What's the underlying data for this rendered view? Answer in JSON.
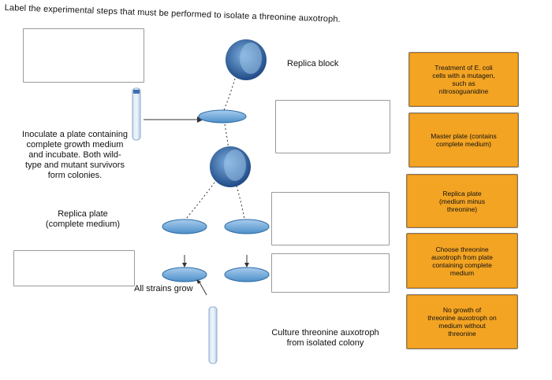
{
  "instructions": "Label the experimental steps that must be performed to isolate a threonine auxotroph.",
  "diagram_labels": {
    "replica_block": "Replica block",
    "inoculate": "Inoculate a plate containing\ncomplete growth medium\nand incubate. Both wild-\ntype and mutant survivors\nform colonies.",
    "replica_plate_complete": "Replica plate\n(complete medium)",
    "all_strains_grow": "All strains grow",
    "culture": "Culture threonine auxotroph\nfrom isolated colony"
  },
  "answer_cards": [
    "Treatment of E. coli\ncells with a mutagen,\nsuch as\nnitrosoguanidine",
    "Master plate (contains\ncomplete medium)",
    "Replica plate\n(medium minus\nthreonine)",
    "Choose threonine\nauxotroph from plate\ncontaining complete\nmedium",
    "No growth of\nthreonine auxotroph on\nmedium without\nthreonine"
  ],
  "colors": {
    "card_fill": "#f3a423",
    "plate_blue": "#6aa6d8",
    "block_blue": "#2a5a9a"
  }
}
